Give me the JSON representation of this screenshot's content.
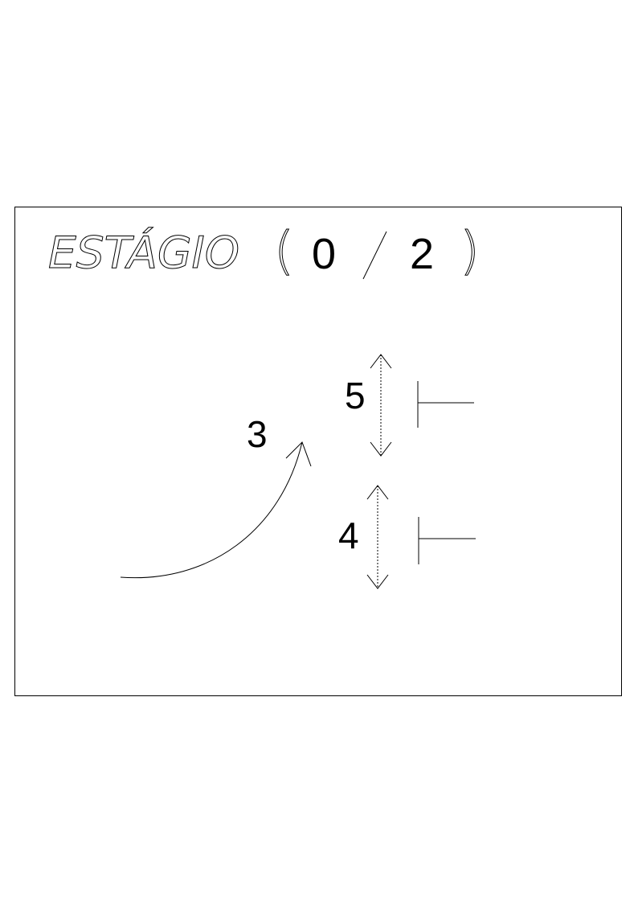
{
  "title": {
    "word": "ESTÁGIO",
    "open_paren": "(",
    "current": "0",
    "separator": "/",
    "total": "2",
    "close_paren": ")"
  },
  "labels": {
    "rotation": "3",
    "upper_vertical": "5",
    "lower_vertical": "4"
  }
}
